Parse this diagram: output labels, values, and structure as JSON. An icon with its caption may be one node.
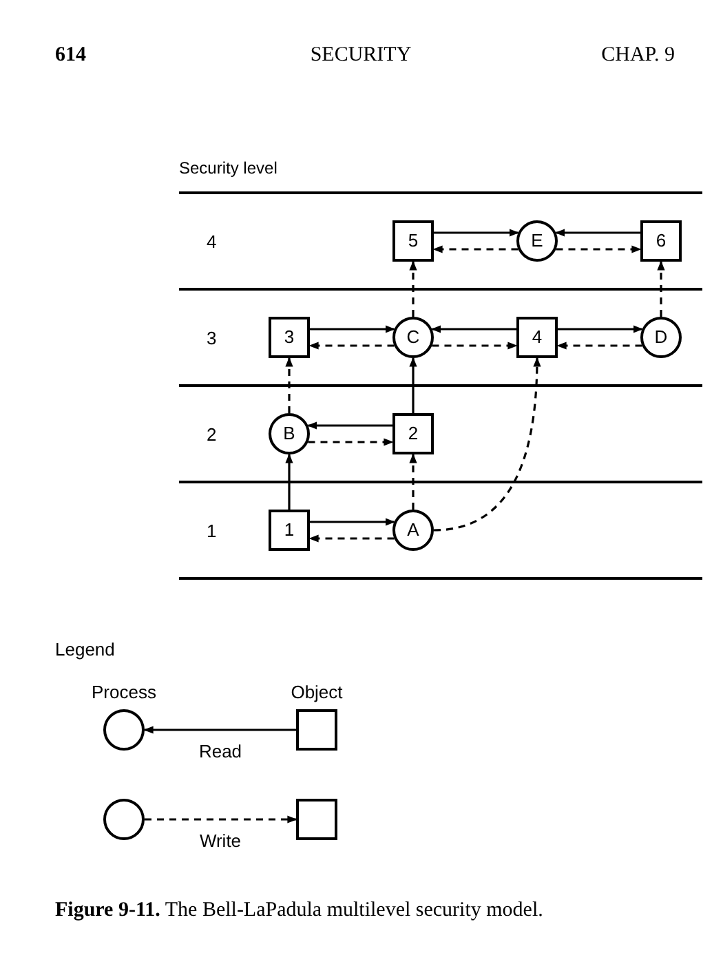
{
  "diagram": {
    "caption": "**Figure 9-11.** The Bell-LaPadula multilevel security model.",
    "nodes": [
      {
        "text": [
          "5"
        ]
      },
      {
        "text": [
          "E"
        ]
      },
      {
        "text": [
          "6"
        ]
      },
      {
        "text": [
          "3"
        ]
      },
      {
        "text": [
          "C"
        ]
      },
      {
        "text": [
          "4"
        ]
      },
      {
        "text": [
          "D"
        ]
      },
      {
        "text": [
          "B"
        ]
      },
      {
        "text": [
          "2"
        ]
      },
      {
        "text": [
          "1"
        ]
      },
      {
        "text": [
          "A"
        ]
      },
      {
        "text": [
          "Process"
        ]
      },
      {
        "text": [
          "Object"
        ]
      },
      {
        "text": [],
        "shape": "circle"
      },
      {
        "text": [],
        "shape": "box"
      }
    ],
    "edges": [
      {
        "from": 0,
        "to": 1,
        "arrow": "to"
      },
      {
        "from": 1,
        "to": 0,
        "arrow": "to",
        "style": "dashed"
      },
      {
        "from": 2,
        "to": 1,
        "arrow": "to"
      },
      {
        "from": 1,
        "to": 2,
        "arrow": "to",
        "style": "dashed"
      },
      {
        "from": 3,
        "to": 4,
        "arrow": "to"
      },
      {
        "from": 4,
        "to": 3,
        "arrow": "to",
        "style": "dashed"
      },
      {
        "from": 5,
        "to": 4,
        "arrow": "to"
      },
      {
        "from": 4,
        "to": 5,
        "arrow": "to",
        "style": "dashed"
      },
      {
        "from": 5,
        "to": 6,
        "arrow": "to"
      },
      {
        "from": 6,
        "to": 5,
        "arrow": "to",
        "style": "dashed"
      },
      {
        "from": 4,
        "to": 0,
        "arrow": "to",
        "style": "dashed"
      },
      {
        "from": 6,
        "to": 2,
        "arrow": "to",
        "style": "dashed"
      },
      {
        "from": 8,
        "to": 4,
        "arrow": "to"
      },
      {
        "from": 8,
        "to": 7,
        "arrow": "to"
      },
      {
        "from": 7,
        "to": 8,
        "arrow": "to",
        "style": "dashed"
      },
      {
        "from": 7,
        "to": 3,
        "arrow": "to",
        "style": "dashed"
      },
      {
        "from": 9,
        "to": 7,
        "arrow": "to"
      },
      {
        "from": 9,
        "to": 10,
        "arrow": "to"
      },
      {
        "from": 10,
        "to": 9,
        "arrow": "to",
        "style": "dashed"
      },
      {
        "from": 10,
        "to": 8,
        "arrow": "to",
        "style": "dashed"
      },
      {
        "from": 10,
        "to": 5,
        "arrow": "to",
        "style": "dashed"
      },
      {
        "from": 12,
        "to": 11,
        "label": "Read",
        "arrow": "to"
      },
      {
        "from": 13,
        "to": 14,
        "label": "Write",
        "arrow": "to",
        "style": "dashed"
      }
    ],
    "labels": [
      "614",
      "SECURITY",
      "CHAP. 9",
      "Security level",
      "4",
      "3",
      "2",
      "1",
      "Legend"
    ]
  }
}
